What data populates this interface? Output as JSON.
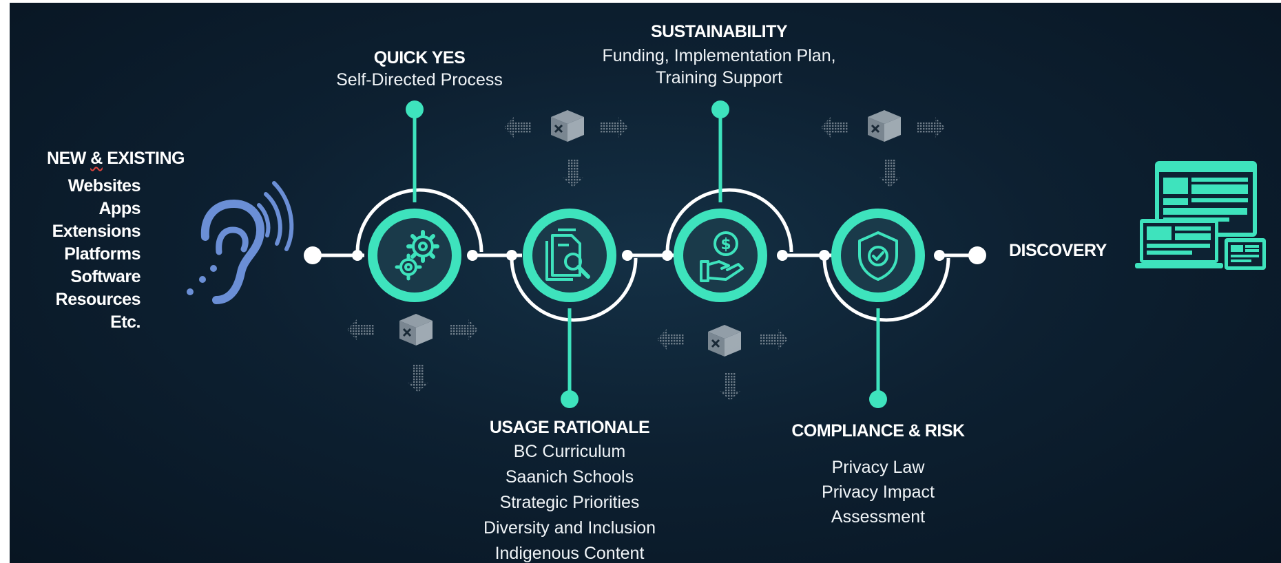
{
  "left_block": {
    "title_prefix": "NEW ",
    "title_amp": "&",
    "title_suffix": " EXISTING",
    "items": [
      "Websites",
      "Apps",
      "Extensions",
      "Platforms",
      "Software",
      "Resources",
      "Etc."
    ]
  },
  "stages": [
    {
      "id": "quick-yes",
      "title": "QUICK YES",
      "lines": [
        "Self-Directed Process"
      ],
      "icon": "gears-icon"
    },
    {
      "id": "usage-rationale",
      "title": "USAGE RATIONALE",
      "lines": [
        "BC Curriculum",
        "Saanich Schools",
        "Strategic Priorities",
        "Diversity and Inclusion",
        "Indigenous Content"
      ],
      "icon": "document-search-icon"
    },
    {
      "id": "sustainability",
      "title": "SUSTAINABILITY",
      "lines": [
        "Funding, Implementation Plan,",
        "Training Support"
      ],
      "icon": "hand-dollar-icon"
    },
    {
      "id": "compliance-risk",
      "title": "COMPLIANCE & RISK",
      "lines": [
        "Privacy Law",
        "Privacy Impact",
        "Assessment"
      ],
      "icon": "shield-check-icon"
    }
  ],
  "end_label": "DISCOVERY",
  "start_icon": "ear-listening-icon",
  "end_icon": "devices-icon",
  "colors": {
    "accent": "#3ee3bd",
    "background": "#0c1e2e",
    "line": "#ffffff",
    "icon_dark": "#1a3a4a",
    "ear": "#6b8fd6",
    "decor_grey": "#8a96a0"
  }
}
